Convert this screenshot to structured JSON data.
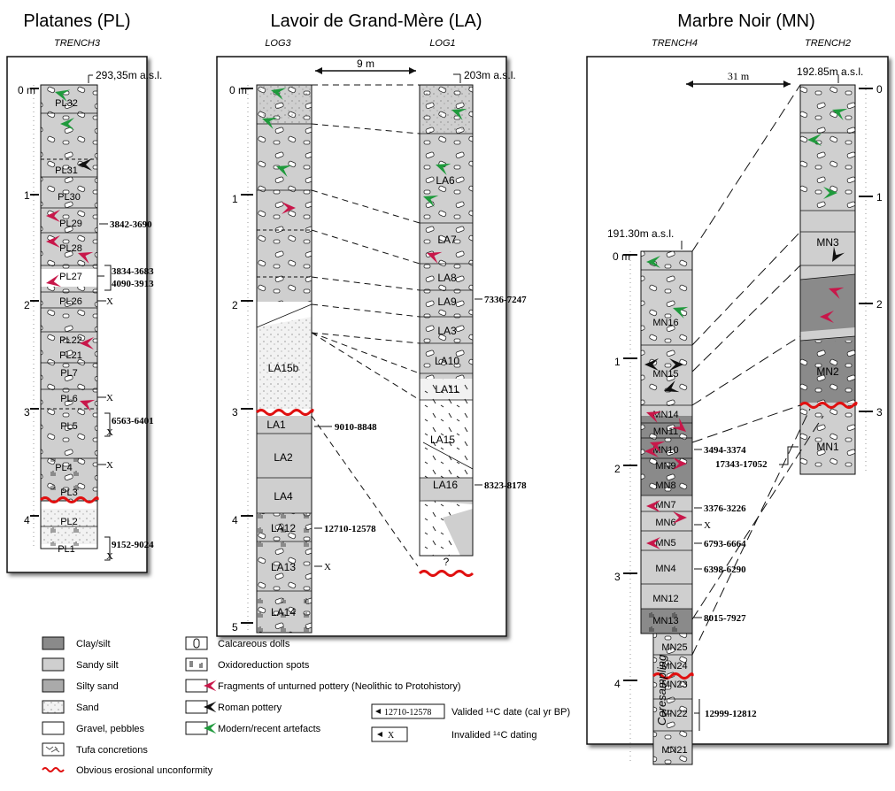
{
  "sites": {
    "pl": {
      "title": "Platanes (PL)",
      "trench": "TRENCH3",
      "elev": "293,35m a.s.l.",
      "scale": [
        "0 m",
        "1",
        "2",
        "3",
        "4"
      ],
      "units": [
        "PL32",
        "PL31",
        "PL30",
        "PL29",
        "PL28",
        "PL27",
        "PL26",
        "PL22",
        "PL21",
        "PL7",
        "PL6",
        "PL5",
        "PL4",
        "PL3",
        "PL2",
        "PL1"
      ],
      "dates": {
        "d1": "3842-3690",
        "d2a": "3834-3683",
        "d2b": "4090-3913",
        "d3": "6563-6401",
        "d4": "9152-9024"
      },
      "x": "X"
    },
    "la": {
      "title": "Lavoir de Grand-Mère (LA)",
      "log3": "LOG3",
      "log1": "LOG1",
      "elev": "203m a.s.l.",
      "dist": "9 m",
      "scale": [
        "0 m",
        "1",
        "2",
        "3",
        "4",
        "5"
      ],
      "log3_units": [
        "LA15b",
        "LA1",
        "LA2",
        "LA4",
        "LA12",
        "LA13",
        "LA14"
      ],
      "log1_units": [
        "LA6",
        "LA7",
        "LA8",
        "LA9",
        "LA3",
        "LA10",
        "LA11",
        "LA15",
        "LA16"
      ],
      "dates": {
        "d1": "9010-8848",
        "d2": "12710-12578",
        "d3": "7336-7247",
        "d4": "8323-8178"
      },
      "q": "?",
      "x": "X"
    },
    "mn": {
      "title": "Marbre Noir (MN)",
      "trench4": "TRENCH4",
      "trench2": "TRENCH2",
      "elev4": "191.30m a.s.l.",
      "elev2": "192.85m a.s.l.",
      "dist": "31 m",
      "scale4": [
        "0 m",
        "1",
        "2",
        "3",
        "4"
      ],
      "scale2": [
        "0",
        "1",
        "2",
        "3"
      ],
      "t4_units": [
        "MN16",
        "MN15",
        "MN14",
        "MN11",
        "MN10",
        "MN9",
        "MN8",
        "MN7",
        "MN6",
        "MN5",
        "MN4",
        "MN12",
        "MN13",
        "MN25",
        "MN24",
        "MN23",
        "MN22",
        "MN21"
      ],
      "t2_units": [
        "MN3",
        "MN2",
        "MN1"
      ],
      "dates": {
        "d1": "3494-3374",
        "d2": "17343-17052",
        "d3": "3376-3226",
        "d4": "6793-6664",
        "d5": "6398-6290",
        "d6": "8015-7927",
        "d7": "12999-12812"
      },
      "coresampling": "Coresampling",
      "x": "X"
    }
  },
  "legend": {
    "clay": "Clay/silt",
    "sandy_silt": "Sandy silt",
    "silty_sand": "Silty sand",
    "sand": "Sand",
    "gravel": "Gravel, pebbles",
    "tufa": "Tufa concretions",
    "dolls": "Calcareous dolls",
    "oxido": "Oxidoreduction spots",
    "unturned": "Fragments of unturned pottery (Neolithic to Protohistory)",
    "roman": "Roman pottery",
    "modern": "Modern/recent artefacts",
    "valid_sample": "12710-12578",
    "valid": "Valided ¹⁴C date (cal yr BP)",
    "invalid_sample": "X",
    "invalid": "Invalided ¹⁴C dating",
    "erosion": "Obvious erosional unconformity"
  },
  "colors": {
    "clay": "#8a8a8a",
    "sandy_silt": "#cfcfcf",
    "silty_sand": "#aaaaaa",
    "sand": "#f2f2f2",
    "red": "#c8174a",
    "green": "#1f9a3c",
    "black": "#111111",
    "erosion": "#e01010"
  }
}
